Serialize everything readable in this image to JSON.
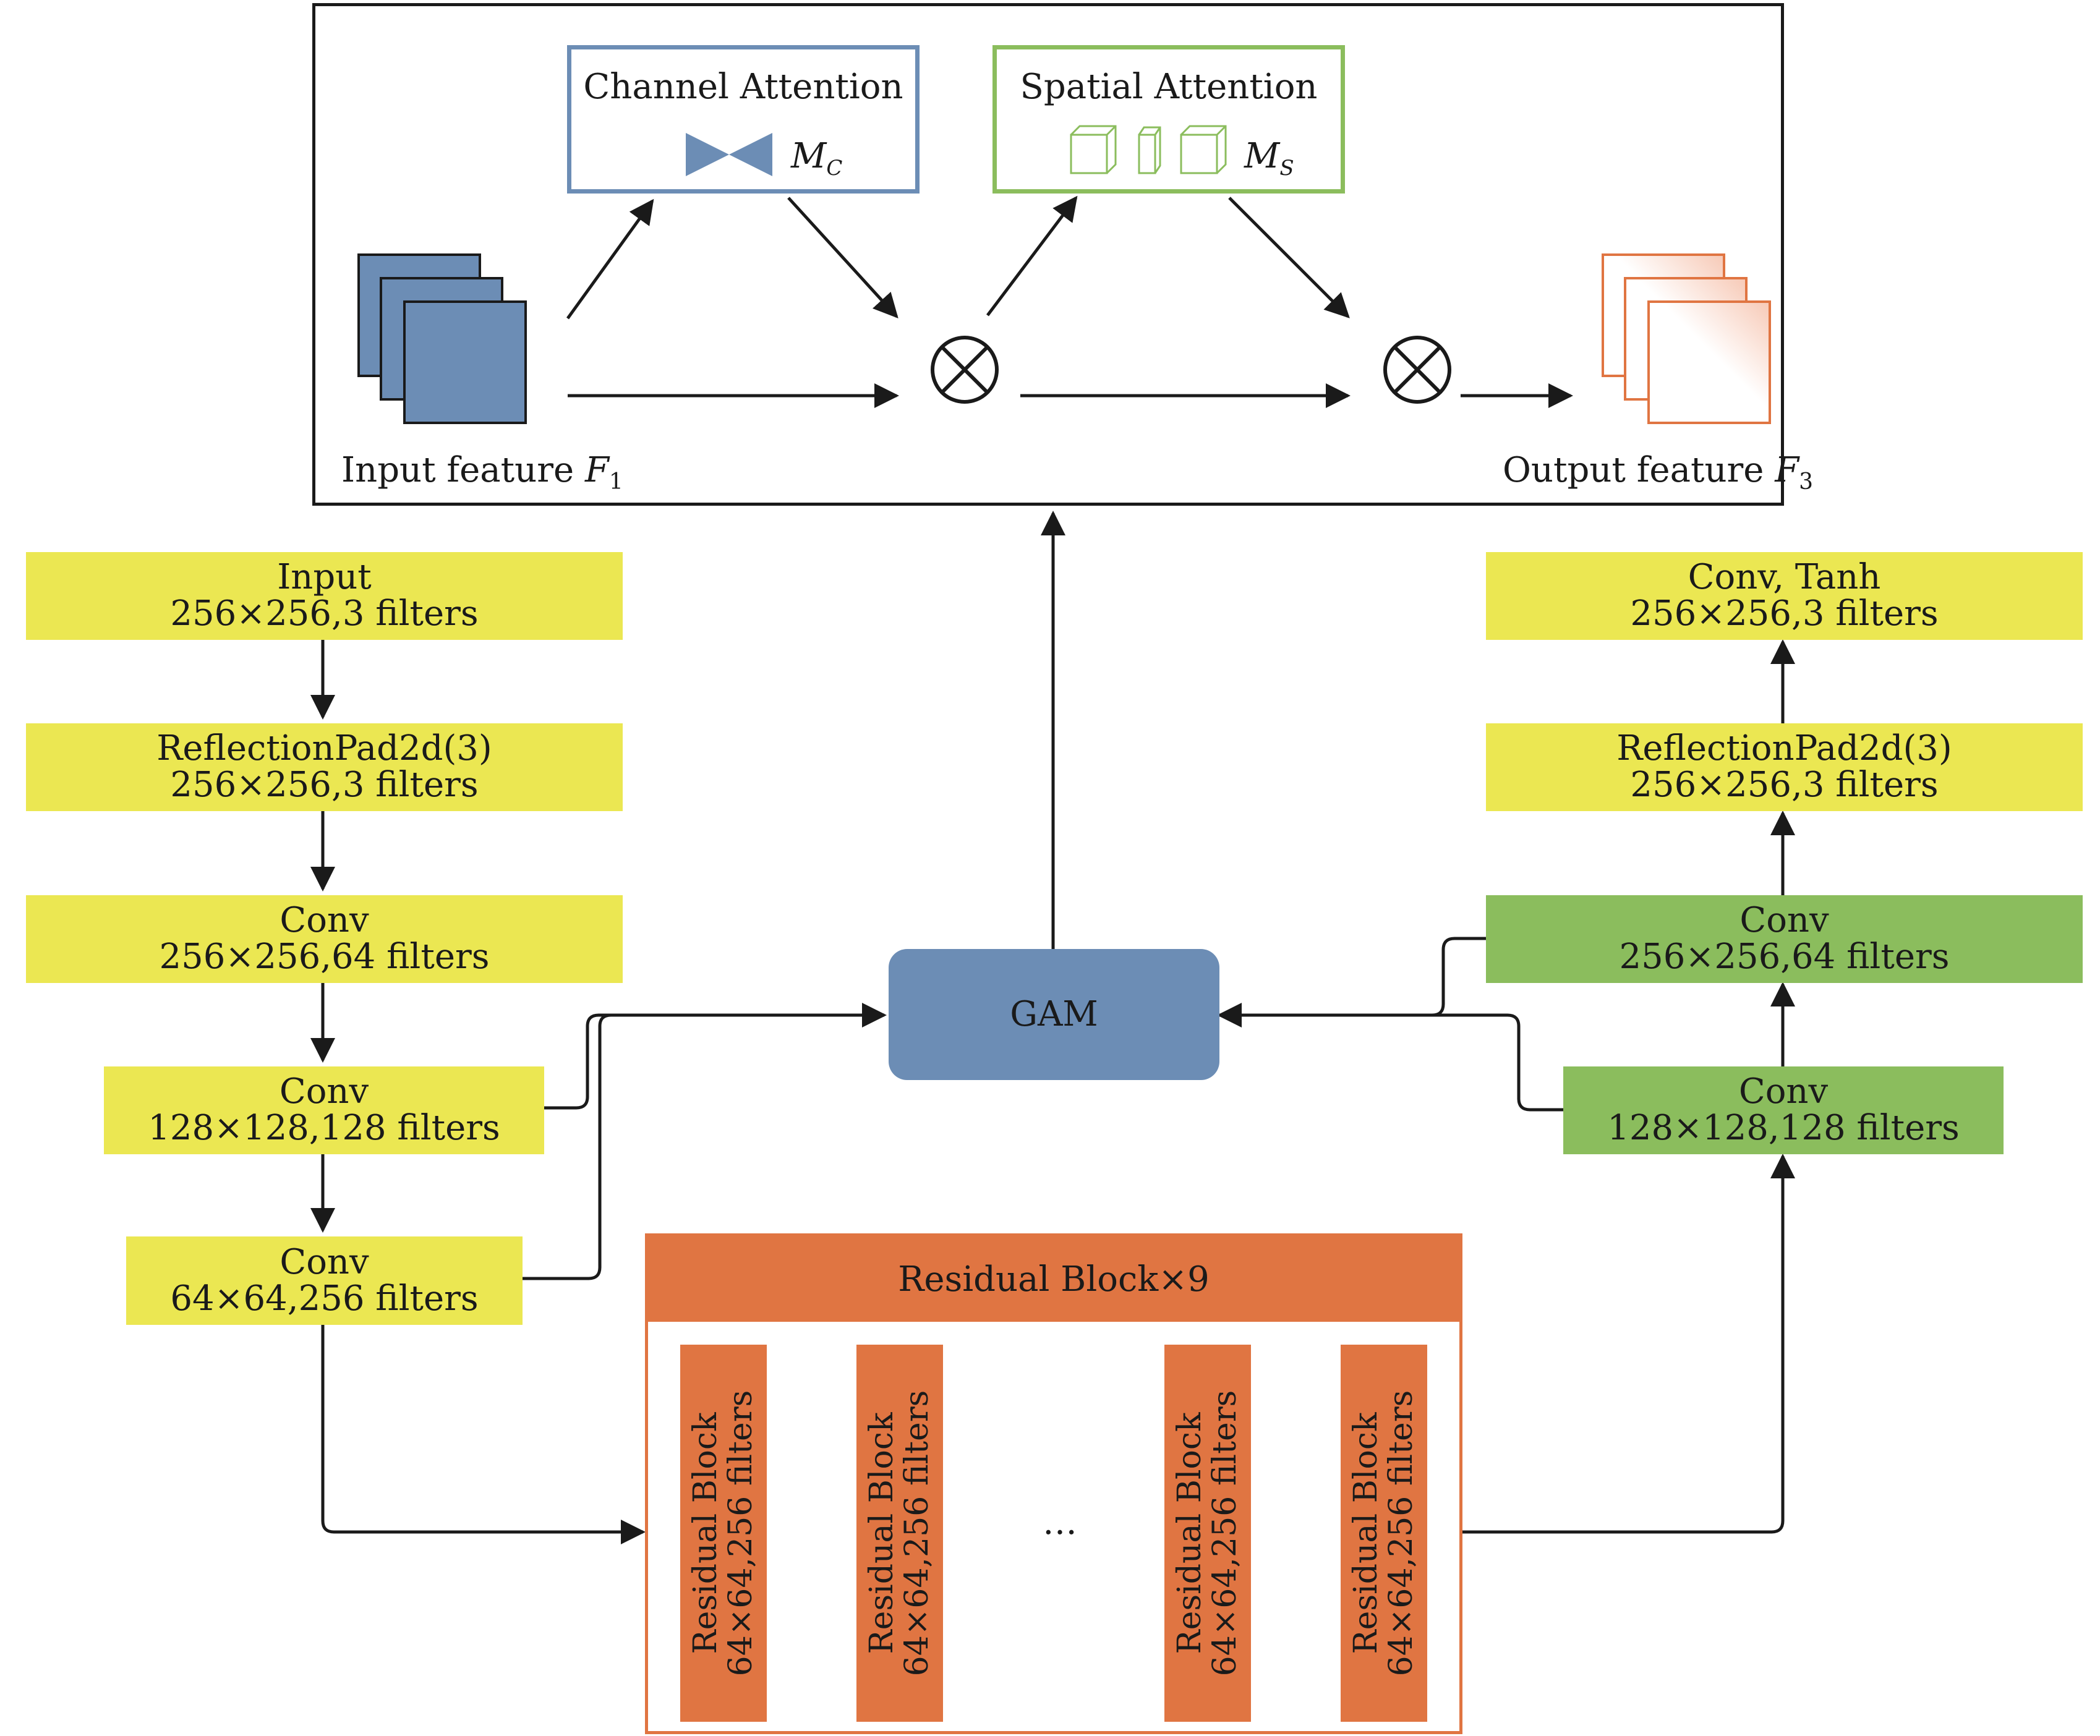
{
  "attention_module": {
    "channel_attention": {
      "title": "Channel Attention",
      "symbol": "M",
      "symbol_sub": "C"
    },
    "spatial_attention": {
      "title": "Spatial Attention",
      "symbol": "M",
      "symbol_sub": "S"
    },
    "input_label": "Input feature ",
    "input_symbol": "F",
    "input_sub": "1",
    "output_label": "Output feature ",
    "output_symbol": "F",
    "output_sub": "3",
    "operator_icon": "circled-times-icon",
    "colors": {
      "channel": "#6c8db5",
      "spatial": "#8bbd5d",
      "input_feature": "#6c8db5",
      "output_feature": "#e07542"
    }
  },
  "encoder": [
    {
      "line1": "Input",
      "line2": "256×256,3 filters"
    },
    {
      "line1": "ReflectionPad2d(3)",
      "line2": "256×256,3 filters"
    },
    {
      "line1": "Conv",
      "line2": "256×256,64 filters"
    },
    {
      "line1": "Conv",
      "line2": "128×128,128 filters"
    },
    {
      "line1": "Conv",
      "line2": "64×64,256 filters"
    }
  ],
  "decoder": [
    {
      "line1": "Conv, Tanh",
      "line2": "256×256,3 filters"
    },
    {
      "line1": "ReflectionPad2d(3)",
      "line2": "256×256,3 filters"
    },
    {
      "line1": "Conv",
      "line2": "256×256,64 filters"
    },
    {
      "line1": "Conv",
      "line2": "128×128,128 filters"
    }
  ],
  "gam": {
    "label": "GAM"
  },
  "residual": {
    "header": "Residual Block×9",
    "blocks": [
      {
        "line1": "Residual Block",
        "line2": "64×64,256 filters"
      },
      {
        "line1": "Residual Block",
        "line2": "64×64,256 filters"
      },
      {
        "line1": "Residual Block",
        "line2": "64×64,256 filters"
      },
      {
        "line1": "Residual Block",
        "line2": "64×64,256 filters"
      }
    ],
    "ellipsis": "…"
  },
  "colors": {
    "yellow": "#ebe752",
    "green": "#8bbd5d",
    "gam": "#6c8db5",
    "residual": "#e07542",
    "line": "#1a1a1a"
  }
}
